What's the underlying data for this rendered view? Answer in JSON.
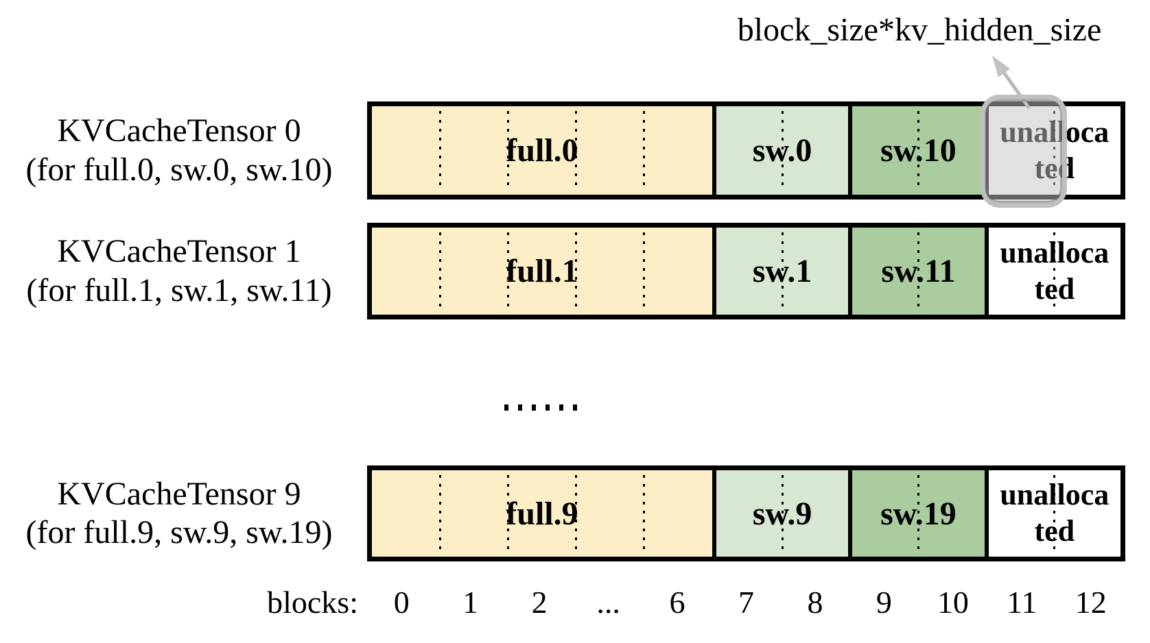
{
  "annotation": {
    "label": "block_size*kv_hidden_size"
  },
  "rows": [
    {
      "title": "KVCacheTensor 0",
      "subtitle": "(for full.0, sw.0, sw.10)",
      "full_label": "full.0",
      "sw_label": "sw.0",
      "sw_high_label": "sw.10",
      "unallocated_line1": "unalloca",
      "unallocated_line2": "ted"
    },
    {
      "title": "KVCacheTensor 1",
      "subtitle": "(for full.1, sw.1, sw.11)",
      "full_label": "full.1",
      "sw_label": "sw.1",
      "sw_high_label": "sw.11",
      "unallocated_line1": "unalloca",
      "unallocated_line2": "ted"
    },
    {
      "title": "KVCacheTensor 9",
      "subtitle": "(for full.9, sw.9, sw.19)",
      "full_label": "full.9",
      "sw_label": "sw.9",
      "sw_high_label": "sw.19",
      "unallocated_line1": "unalloca",
      "unallocated_line2": "ted"
    }
  ],
  "ellipsis": "......",
  "axis": {
    "label": "blocks:",
    "ticks": [
      "0",
      "1",
      "2",
      "...",
      "6",
      "7",
      "8",
      "9",
      "10",
      "11",
      "12"
    ]
  },
  "colors": {
    "full_fill": "#FCEFC7",
    "sw_fill": "#D8E7D2",
    "sw_high_fill": "#AACC9F",
    "unallocated_fill": "#FFFFFF",
    "border_black": "#000000",
    "highlight_gray": "#BFBFBF"
  }
}
